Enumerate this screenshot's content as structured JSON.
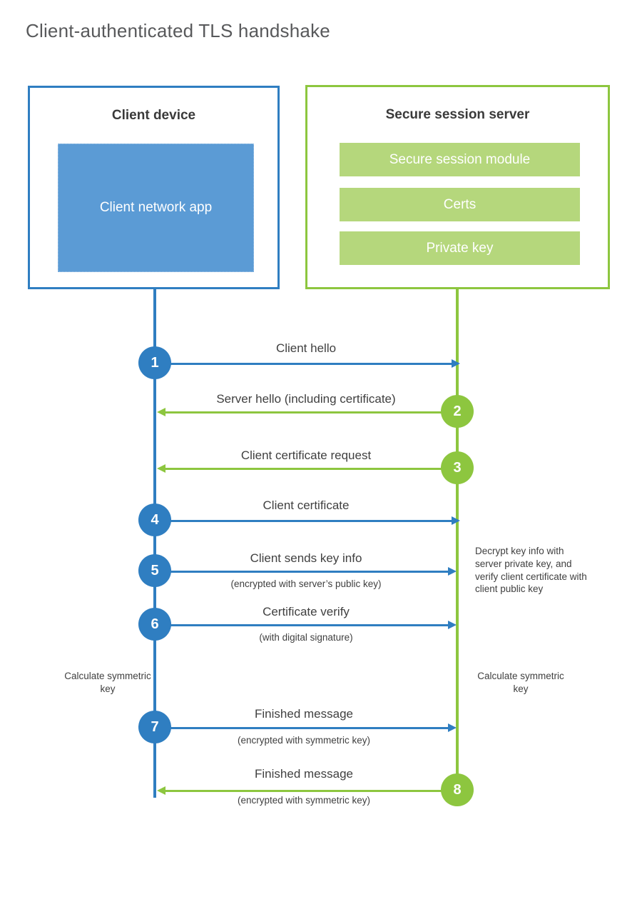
{
  "title": "Client-authenticated TLS handshake",
  "colors": {
    "client_blue": "#2f7ec1",
    "client_app_fill": "#5b9bd5",
    "server_green": "#8dc63f",
    "server_bar_fill": "#b5d77c",
    "text": "#404040",
    "title_text": "#58595b"
  },
  "actors": {
    "client": {
      "title": "Client device",
      "app_label": "Client network app"
    },
    "server": {
      "title": "Secure session server",
      "components": [
        "Secure session module",
        "Certs",
        "Private key"
      ]
    }
  },
  "steps": [
    {
      "number": "1",
      "label": "Client hello",
      "sublabel": "",
      "direction": "client-to-server",
      "color": "blue"
    },
    {
      "number": "2",
      "label": "Server hello (including certificate)",
      "sublabel": "",
      "direction": "server-to-client",
      "color": "green"
    },
    {
      "number": "3",
      "label": "Client certificate request",
      "sublabel": "",
      "direction": "server-to-client",
      "color": "green"
    },
    {
      "number": "4",
      "label": "Client certificate",
      "sublabel": "",
      "direction": "client-to-server",
      "color": "blue"
    },
    {
      "number": "5",
      "label": "Client sends key info",
      "sublabel": "(encrypted with server’s public key)",
      "direction": "client-to-server",
      "color": "blue"
    },
    {
      "number": "6",
      "label": "Certificate verify",
      "sublabel": "(with digital signature)",
      "direction": "client-to-server",
      "color": "blue"
    },
    {
      "number": "7",
      "label": "Finished message",
      "sublabel": "(encrypted with symmetric key)",
      "direction": "client-to-server",
      "color": "blue"
    },
    {
      "number": "8",
      "label": "Finished message",
      "sublabel": "(encrypted with symmetric key)",
      "direction": "server-to-client",
      "color": "green"
    }
  ],
  "notes": {
    "server_decrypt": "Decrypt key info with server private key, and verify client certificate with client public key",
    "client_calculate": "Calculate symmetric key",
    "server_calculate": "Calculate symmetric key"
  }
}
